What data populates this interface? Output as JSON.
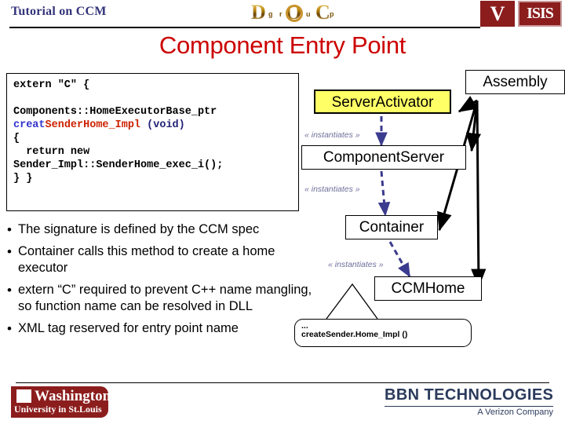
{
  "header": {
    "tutorial_label": "Tutorial on CCM",
    "doc_logo": {
      "letters": [
        "D",
        "O",
        "C"
      ],
      "small_letters": [
        "g",
        "r",
        "u",
        "p"
      ],
      "alt": "DOC group"
    },
    "vanderbilt_logo": "V",
    "isis_logo": "ISIS"
  },
  "slide": {
    "title": "Component Entry Point"
  },
  "code": {
    "lines": [
      {
        "segments": [
          {
            "text": "extern \"C\" {",
            "style": "plain"
          }
        ]
      },
      {
        "segments": [
          {
            "text": " ",
            "style": "plain"
          }
        ]
      },
      {
        "segments": [
          {
            "text": "Components::HomeExecutorBase_ptr",
            "style": "plain"
          }
        ]
      },
      {
        "segments": [
          {
            "text": "creat",
            "style": "blue"
          },
          {
            "text": "SenderHome_Impl",
            "style": "red"
          },
          {
            "text": " (void)",
            "style": "navy"
          }
        ]
      },
      {
        "segments": [
          {
            "text": "{",
            "style": "plain"
          }
        ]
      },
      {
        "segments": [
          {
            "text": "  return new",
            "style": "plain"
          }
        ]
      },
      {
        "segments": [
          {
            "text": "Sender_Impl::SenderHome_exec_i();",
            "style": "plain"
          }
        ]
      },
      {
        "segments": [
          {
            "text": "} }",
            "style": "plain"
          }
        ]
      }
    ]
  },
  "bullets": [
    "The signature is defined by the CCM spec",
    "Container calls this method to create a home executor",
    "extern “C” required to prevent C++ name mangling, so function name can be resolved in DLL",
    "XML tag reserved for entry point name"
  ],
  "diagram": {
    "boxes": [
      {
        "id": "server-activator",
        "label": "ServerActivator",
        "highlight": true
      },
      {
        "id": "assembly",
        "label": "Assembly",
        "highlight": false
      },
      {
        "id": "component-server",
        "label": "ComponentServer",
        "highlight": false
      },
      {
        "id": "container",
        "label": "Container",
        "highlight": false
      },
      {
        "id": "ccm-home",
        "label": "CCMHome",
        "highlight": false
      }
    ],
    "stereotypes": [
      {
        "id": "instantiates-1",
        "label": "« instantiates »"
      },
      {
        "id": "instantiates-2",
        "label": "« instantiates »"
      },
      {
        "id": "instantiates-3",
        "label": "« instantiates »"
      }
    ],
    "note": {
      "line1": "...",
      "line2": "createSender.Home_Impl ()"
    },
    "colors": {
      "highlight": "#ffff66",
      "stereotype": "#6f6f9c",
      "instantiate_arrow": "#3b3b8f",
      "assembly_arrow": "#000000"
    }
  },
  "footer": {
    "wustl": {
      "line1": "Washington",
      "line2": "University in St.Louis"
    },
    "bbn": {
      "line1": "BBN TECHNOLOGIES",
      "line2": "A Verizon Company"
    }
  },
  "colors": {
    "title_red": "#cc0000",
    "tutorial_navy": "#33337a",
    "maroon": "#8c1d1d",
    "bbn_navy": "#2b3a5c"
  }
}
